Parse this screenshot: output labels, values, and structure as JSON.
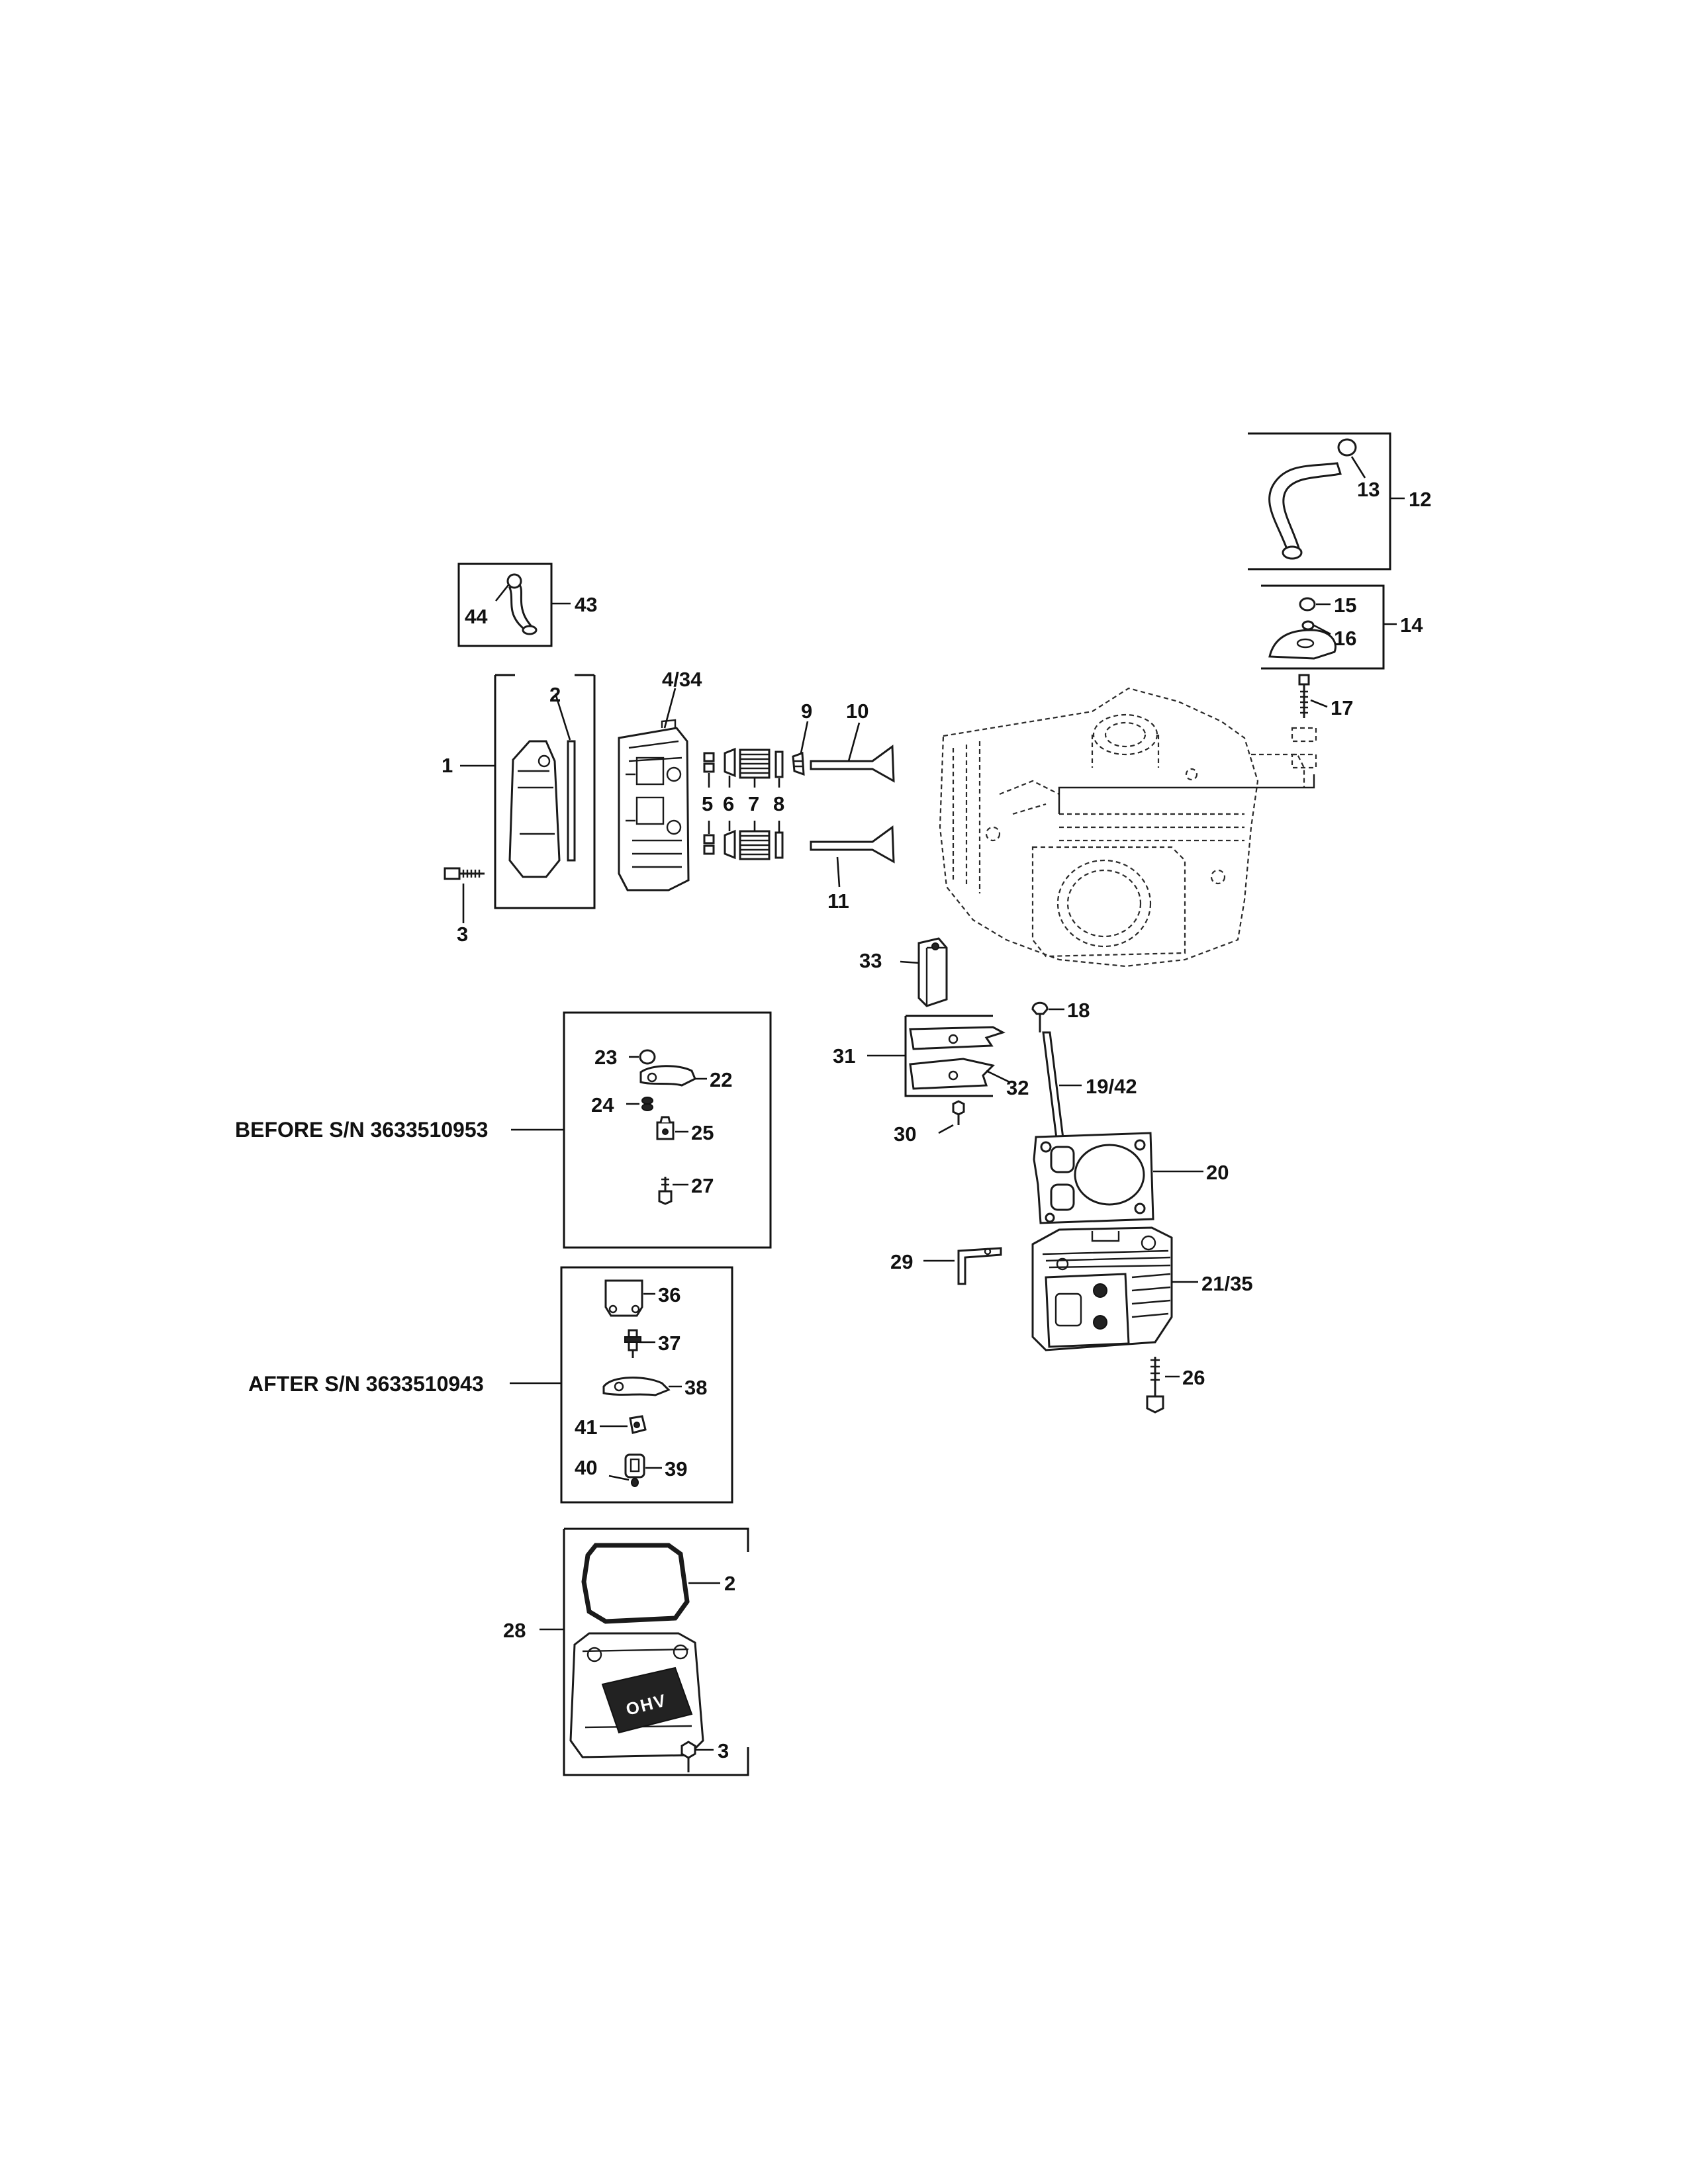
{
  "notes": {
    "before": "BEFORE S/N 3633510953",
    "after": "AFTER S/N 3633510943"
  },
  "valve_cover_logo": "OHV",
  "callouts": {
    "c1": "1",
    "c2a": "2",
    "c3a": "3",
    "c434": "4/34",
    "c5": "5",
    "c6": "6",
    "c7": "7",
    "c8": "8",
    "c9": "9",
    "c10": "10",
    "c11": "11",
    "c12": "12",
    "c13": "13",
    "c14": "14",
    "c15": "15",
    "c16": "16",
    "c17": "17",
    "c18": "18",
    "c1942": "19/42",
    "c20": "20",
    "c2135": "21/35",
    "c22": "22",
    "c23": "23",
    "c24": "24",
    "c25": "25",
    "c26": "26",
    "c27": "27",
    "c28": "28",
    "c29": "29",
    "c30": "30",
    "c31": "31",
    "c32": "32",
    "c33": "33",
    "c36": "36",
    "c37": "37",
    "c38": "38",
    "c39": "39",
    "c40": "40",
    "c41": "41",
    "c43": "43",
    "c44": "44",
    "c2b": "2",
    "c3b": "3"
  }
}
